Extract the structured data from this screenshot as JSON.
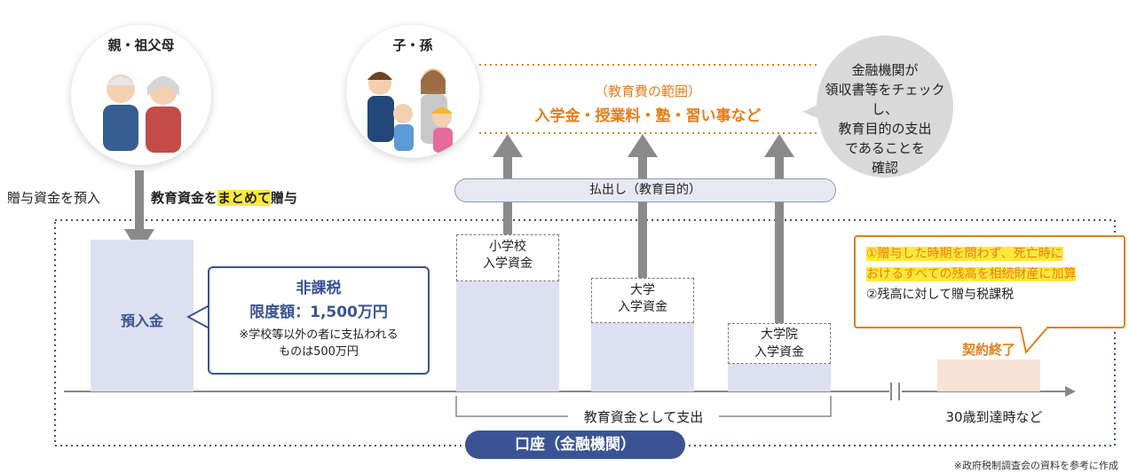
{
  "parents": {
    "title": "親・祖父母"
  },
  "children": {
    "title": "子・孫"
  },
  "scope": {
    "heading": "（教育費の範囲）",
    "items": "入学金・授業料・塾・習い事など"
  },
  "check": {
    "lines": [
      "金融機関が",
      "領収書等をチェックし、",
      "教育目的の支出",
      "であることを",
      "確認"
    ]
  },
  "deposit_caption": "贈与資金を預入",
  "gift_caption": {
    "part1": "教育資金を",
    "highlight": "まとめて",
    "part2": "贈与"
  },
  "payout_label": "払出し（教育目的）",
  "deposit_bar_label": "預入金",
  "nontax": {
    "title": "非課税",
    "limit": "限度額：1,500万円",
    "note_line1": "※学校等以外の者に支払われる",
    "note_line2": "ものは500万円"
  },
  "bars": [
    {
      "line1": "小学校",
      "line2": "入学資金"
    },
    {
      "line1": "大学",
      "line2": "入学資金"
    },
    {
      "line1": "大学院",
      "line2": "入学資金"
    }
  ],
  "notes": {
    "note1_line1": "①贈与した時期を問わず、死亡時に",
    "note1_line2": "おけるすべての残高を相続財産に加算",
    "note2": "②残高に対して贈与税課税"
  },
  "contract_end": "契約終了",
  "edu_expense": "教育資金として支出",
  "age_label": "30歳到達時など",
  "account_label": "口座（金融機関）",
  "source": "※政府税制調査会の資料を参考に作成",
  "colors": {
    "navy": "#3a5393",
    "orange": "#e77d18",
    "bar": "#dde1ef",
    "highlight": "#ffe83a",
    "peach": "#f8e2d4"
  }
}
